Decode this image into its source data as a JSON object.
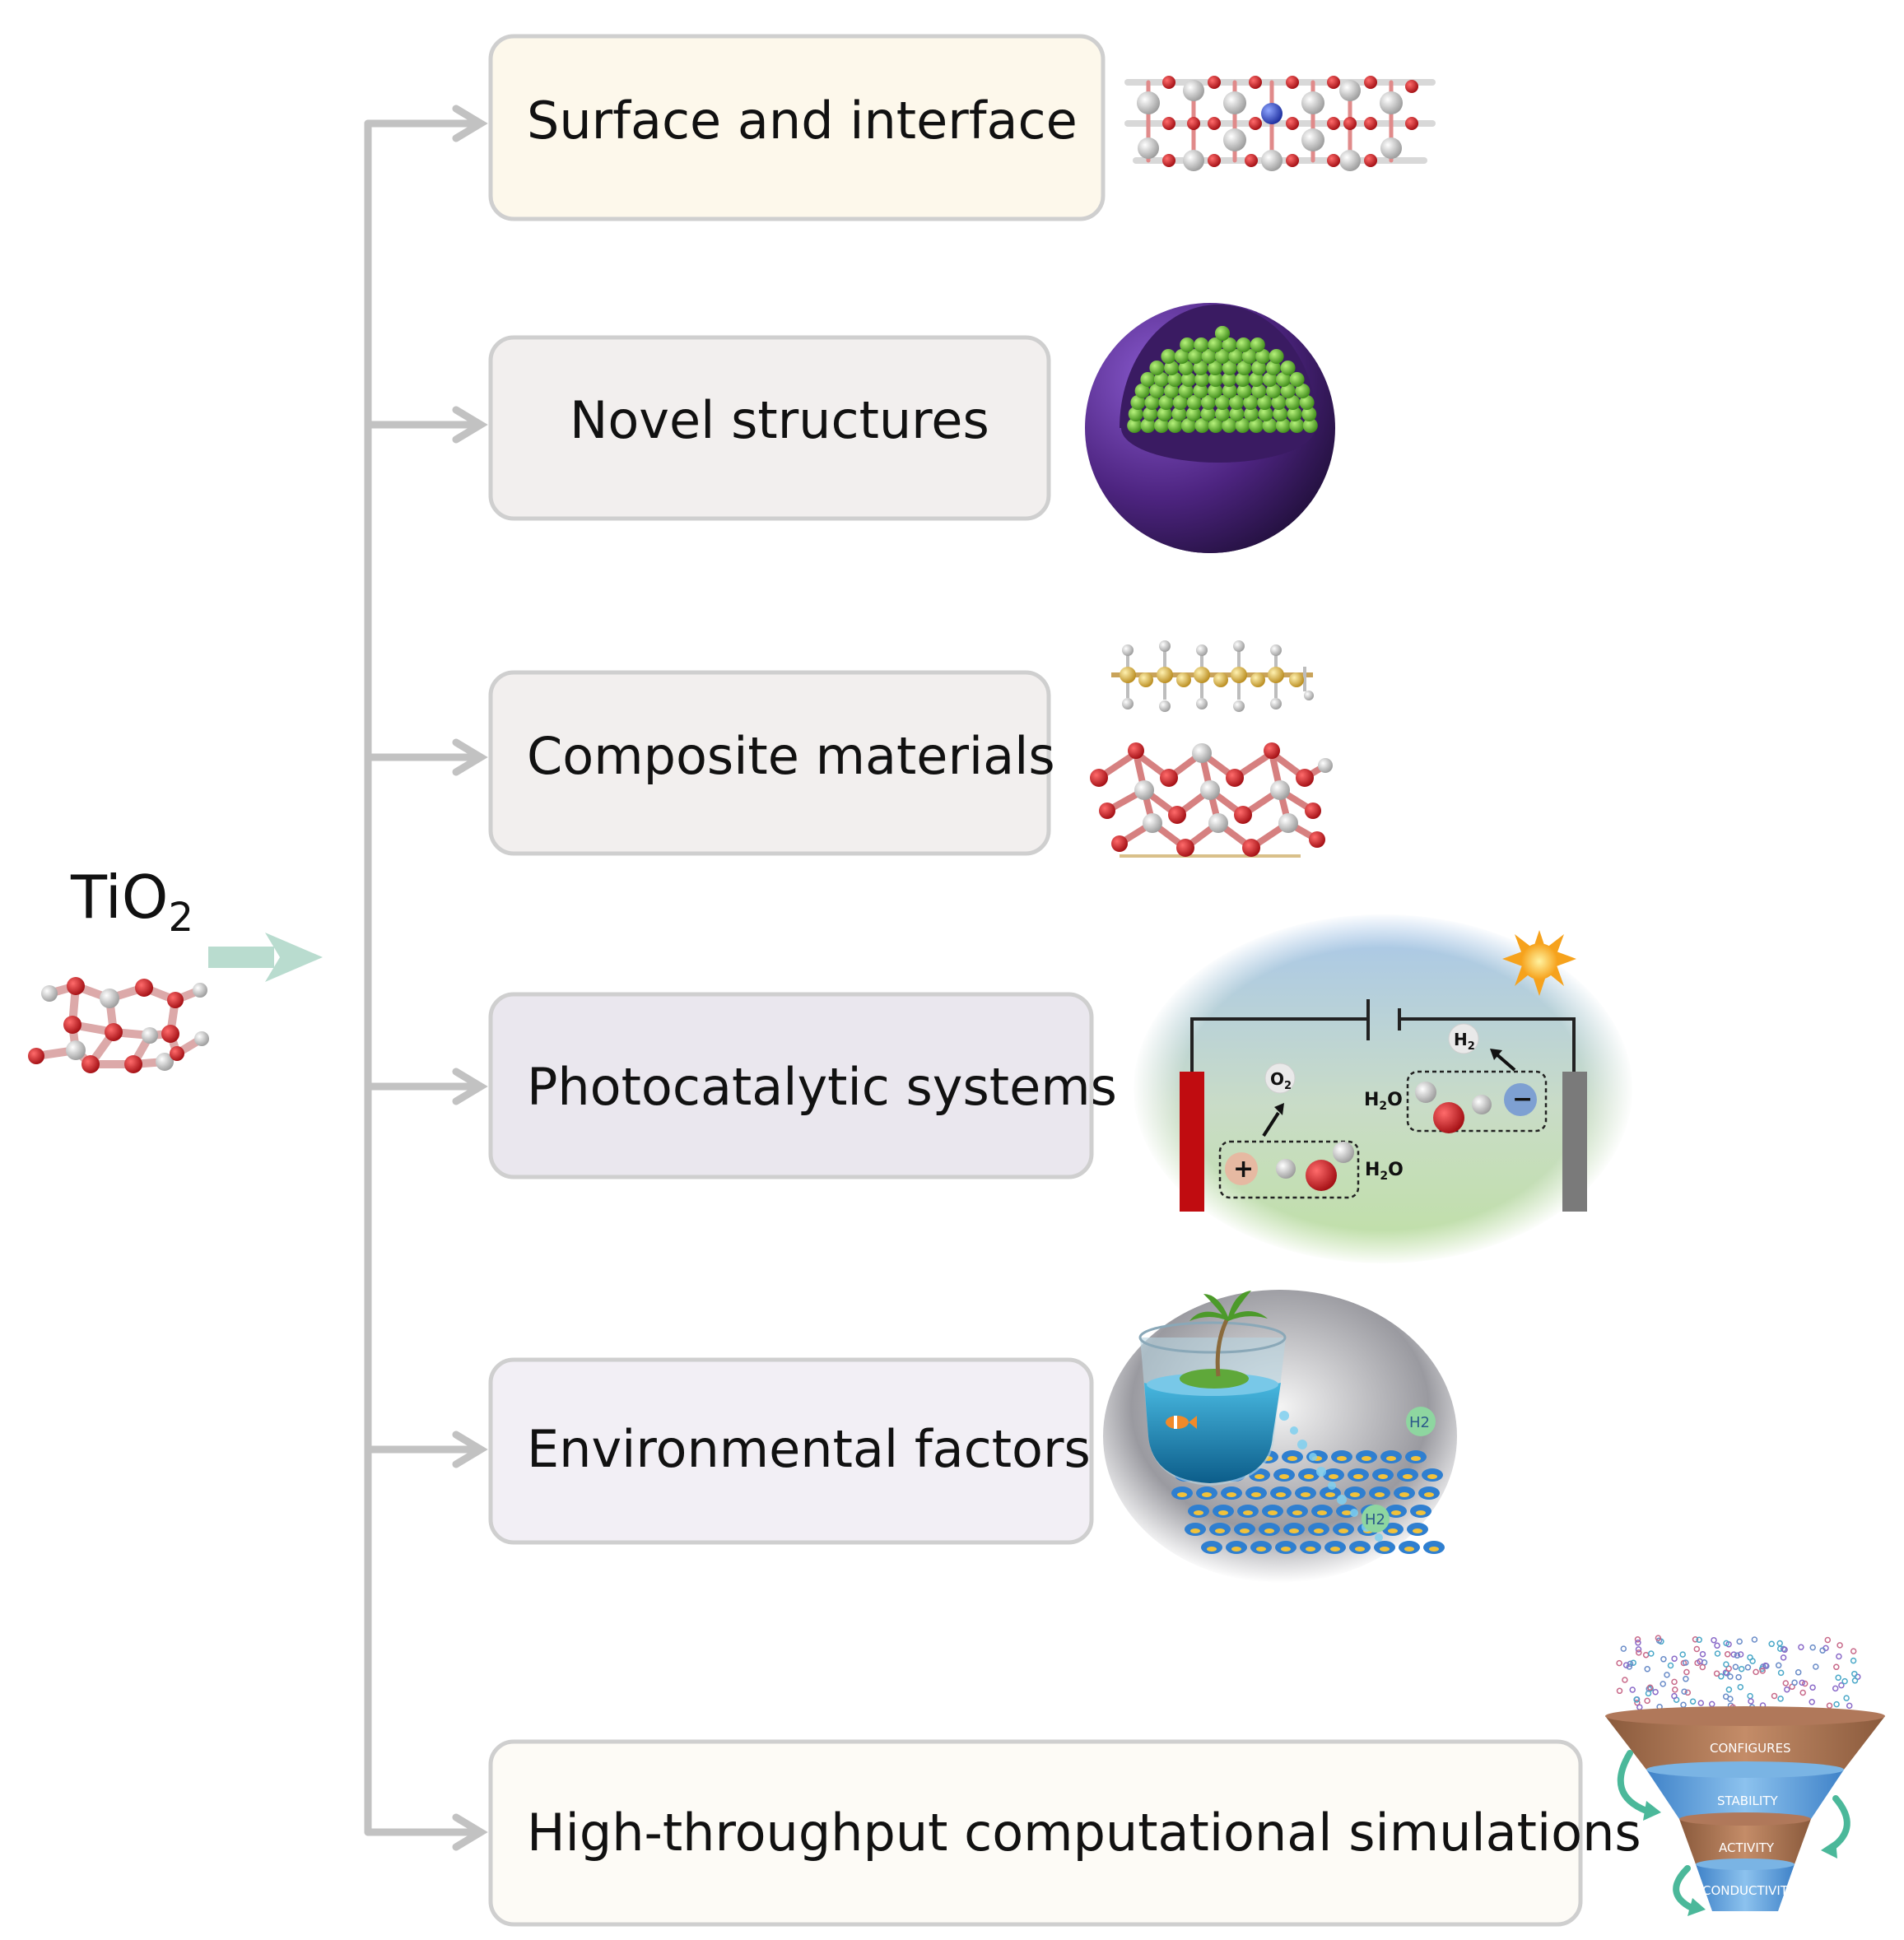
{
  "source": {
    "label_main": "TiO",
    "label_sub": "2"
  },
  "categories": [
    {
      "label": "Surface and interface",
      "fill": "#fdf8eb"
    },
    {
      "label": "Novel structures",
      "fill": "#f2efee"
    },
    {
      "label": "Composite materials",
      "fill": "#f2efee"
    },
    {
      "label": "Photocatalytic systems",
      "fill": "#eae7ee"
    },
    {
      "label": "Environmental factors",
      "fill": "#f2eff5"
    },
    {
      "label": "High-throughput computational simulations",
      "fill": "#fdfbf6"
    }
  ],
  "photocatalysis": {
    "o2_label": "O",
    "o2_sub": "2",
    "h2_label": "H",
    "h2_sub": "2",
    "h2o_left_label": "H",
    "h2o_left_sub": "2",
    "h2o_left_tail": "O",
    "h2o_right_label": "H",
    "h2o_right_sub": "2",
    "h2o_right_tail": "O",
    "plus_sign": "+",
    "minus_sign": "−"
  },
  "environment": {
    "h2_label_1": "H2",
    "h2_label_2": "H2"
  },
  "funnel": {
    "stage_1": "CONFIGURES",
    "stage_2": "STABILITY",
    "stage_3": "ACTIVITY",
    "stage_4": "CONDUCTIVITY"
  },
  "colors": {
    "connector": "#c2c2c2",
    "source_arrow": "#b9dccf",
    "box_border": "#cfcfcf",
    "oxygen": "#d0181e",
    "titanium": "#c8c8c8",
    "shell_purple": "#5a2b8a",
    "core_green": "#6cc23a"
  }
}
